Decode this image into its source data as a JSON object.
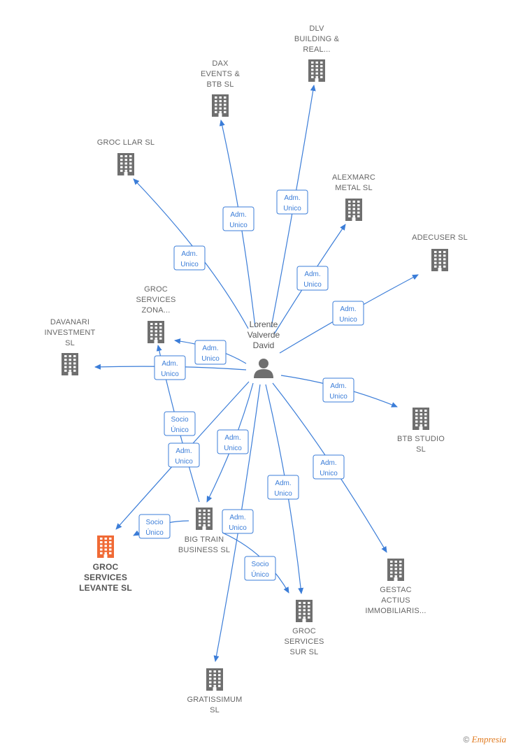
{
  "colors": {
    "edge": "#3b7dd8",
    "building": "#6f6f6f",
    "highlight": "#f06a35",
    "person": "#6f6f6f"
  },
  "person": {
    "lines": [
      "Lorente",
      "Valverde",
      "David"
    ],
    "icon": "person-icon"
  },
  "nodes": [
    {
      "id": "dlv",
      "lines": [
        "DLV",
        "BUILDING &",
        "REAL..."
      ],
      "icon": "building-icon"
    },
    {
      "id": "dax",
      "lines": [
        "DAX",
        "EVENTS &",
        "BTB SL"
      ],
      "icon": "building-icon"
    },
    {
      "id": "groc_llar",
      "lines": [
        "GROC LLAR SL"
      ],
      "icon": "building-icon"
    },
    {
      "id": "alexmarc",
      "lines": [
        "ALEXMARC",
        "METAL SL"
      ],
      "icon": "building-icon"
    },
    {
      "id": "adecuser",
      "lines": [
        "ADECUSER SL"
      ],
      "icon": "building-icon"
    },
    {
      "id": "groc_zona",
      "lines": [
        "GROC",
        "SERVICES",
        "ZONA..."
      ],
      "icon": "building-icon"
    },
    {
      "id": "davanari",
      "lines": [
        "DAVANARI",
        "INVESTMENT",
        "SL"
      ],
      "icon": "building-icon"
    },
    {
      "id": "btb_studio",
      "lines": [
        "BTB STUDIO",
        "SL"
      ],
      "icon": "building-icon"
    },
    {
      "id": "big_train",
      "lines": [
        "BIG TRAIN",
        "BUSINESS SL"
      ],
      "icon": "building-icon"
    },
    {
      "id": "groc_levante",
      "lines": [
        "GROC",
        "SERVICES",
        "LEVANTE SL"
      ],
      "icon": "building-icon",
      "highlight": true
    },
    {
      "id": "gestac",
      "lines": [
        "GESTAC",
        "ACTIUS",
        "IMMOBILIARIS..."
      ],
      "icon": "building-icon"
    },
    {
      "id": "groc_sur",
      "lines": [
        "GROC",
        "SERVICES",
        "SUR SL"
      ],
      "icon": "building-icon"
    },
    {
      "id": "gratissimum",
      "lines": [
        "GRATISSIMUM",
        "SL"
      ],
      "icon": "building-icon"
    }
  ],
  "edges": [
    {
      "from": "person",
      "to": "dlv",
      "label": [
        "Adm.",
        "Unico"
      ]
    },
    {
      "from": "person",
      "to": "dax",
      "label": [
        "Adm.",
        "Unico"
      ]
    },
    {
      "from": "person",
      "to": "groc_llar",
      "label": [
        "Adm.",
        "Unico"
      ]
    },
    {
      "from": "person",
      "to": "alexmarc",
      "label": [
        "Adm.",
        "Unico"
      ]
    },
    {
      "from": "person",
      "to": "adecuser",
      "label": [
        "Adm.",
        "Unico"
      ]
    },
    {
      "from": "person",
      "to": "groc_zona",
      "label": [
        "Adm.",
        "Unico"
      ]
    },
    {
      "from": "person",
      "to": "davanari",
      "label": [
        "Adm.",
        "Unico"
      ]
    },
    {
      "from": "person",
      "to": "btb_studio",
      "label": [
        "Adm.",
        "Unico"
      ]
    },
    {
      "from": "person",
      "to": "gestac",
      "label": [
        "Adm.",
        "Unico"
      ]
    },
    {
      "from": "person",
      "to": "groc_sur",
      "label": [
        "Adm.",
        "Unico"
      ]
    },
    {
      "from": "person",
      "to": "big_train",
      "label": [
        "Adm.",
        "Unico"
      ]
    },
    {
      "from": "person",
      "to": "gratissimum",
      "label": [
        "Adm.",
        "Unico"
      ]
    },
    {
      "from": "person",
      "to": "groc_levante",
      "label": [
        "Adm.",
        "Unico"
      ]
    },
    {
      "from": "big_train",
      "to": "groc_zona",
      "label": [
        "Socio",
        "Único"
      ]
    },
    {
      "from": "big_train",
      "to": "groc_levante",
      "label": [
        "Socio",
        "Único"
      ]
    },
    {
      "from": "big_train",
      "to": "groc_sur",
      "label": [
        "Socio",
        "Único"
      ]
    }
  ],
  "footer": {
    "copyright": "©",
    "brand": "Empresia"
  }
}
